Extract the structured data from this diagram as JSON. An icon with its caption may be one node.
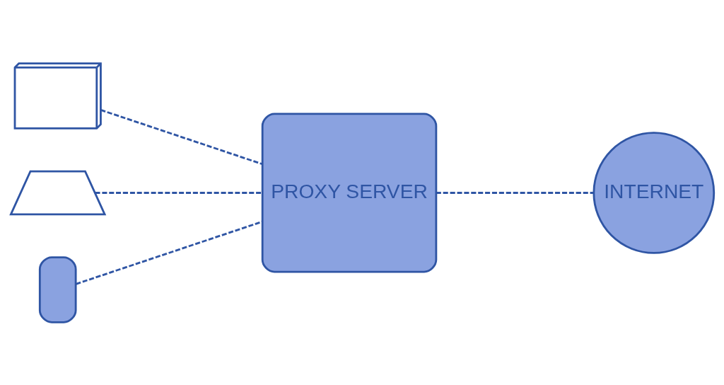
{
  "diagram": {
    "nodes": [
      {
        "text": [],
        "shape": "computer"
      },
      {
        "text": [],
        "shape": "laptop"
      },
      {
        "text": [],
        "shape": "phone"
      },
      {
        "text": [
          "PROXY SERVER"
        ]
      },
      {
        "text": [
          "INTERNET"
        ]
      }
    ],
    "edges": [
      {
        "from": 0,
        "to": 3,
        "arrow": "none",
        "style": "dashed"
      },
      {
        "from": 1,
        "to": 3,
        "arrow": "none",
        "style": "dashed"
      },
      {
        "from": 2,
        "to": 3,
        "arrow": "none",
        "style": "dashed"
      },
      {
        "from": 3,
        "to": 4,
        "arrow": "none",
        "style": "dashed"
      }
    ]
  }
}
